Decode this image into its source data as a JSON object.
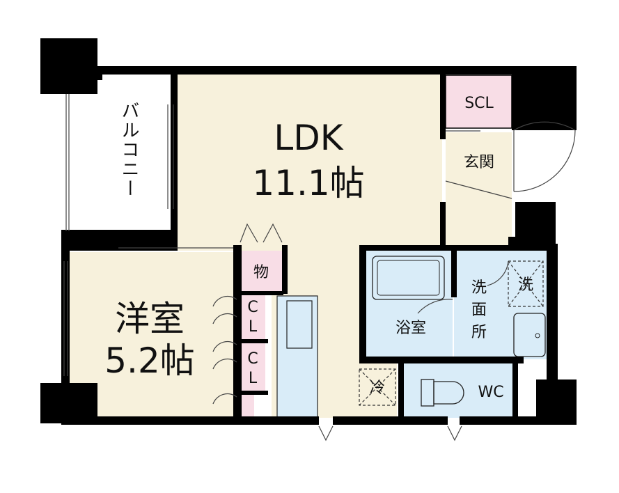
{
  "rooms": {
    "ldk": {
      "name": "LDK",
      "size": "11.1帖"
    },
    "western": {
      "name": "洋室",
      "size": "5.2帖"
    },
    "balcony": "バルコニー",
    "scl": "SCL",
    "entrance": "玄関",
    "storage": "物",
    "cl1": {
      "top": "C",
      "bottom": "L"
    },
    "cl2": {
      "top": "C",
      "bottom": "L"
    },
    "bath": "浴室",
    "washroom": [
      "洗",
      "面",
      "所"
    ],
    "washer": "洗",
    "fridge": "冷",
    "wc": "WC"
  },
  "colors": {
    "wall": "#000000",
    "living": "#f7f1dc",
    "wet": "#d9ecf8",
    "storage": "#f8dde6",
    "balcony": "#ffffff"
  }
}
